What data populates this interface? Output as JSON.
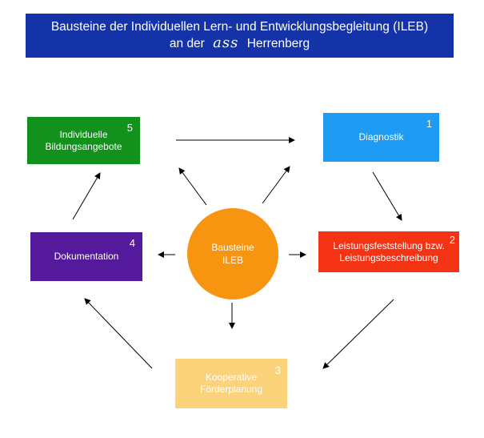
{
  "header": {
    "line1": "Bausteine der Individuellen Lern- und Entwicklungsbegleitung (ILEB)",
    "line2_prefix": "an der",
    "logo_text": "ass",
    "line2_suffix": "Herrenberg"
  },
  "center": {
    "line1": "Bausteine",
    "line2": "ILEB"
  },
  "boxes": [
    {
      "number": "1",
      "line1": "Diagnostik",
      "line2": "",
      "color": "#1e9bf2"
    },
    {
      "number": "2",
      "line1": "Leistungsfeststellung bzw.",
      "line2": "Leistungsbeschreibung",
      "color": "#f33313"
    },
    {
      "number": "3",
      "line1": "Kooperative",
      "line2": "Förderplanung",
      "color": "#fcd27b"
    },
    {
      "number": "4",
      "line1": "Dokumentation",
      "line2": "",
      "color": "#55199b"
    },
    {
      "number": "5",
      "line1": "Individuelle",
      "line2": "Bildungsangebote",
      "color": "#12911c"
    }
  ],
  "center_color": "#f79511",
  "header_color": "#1533a8"
}
